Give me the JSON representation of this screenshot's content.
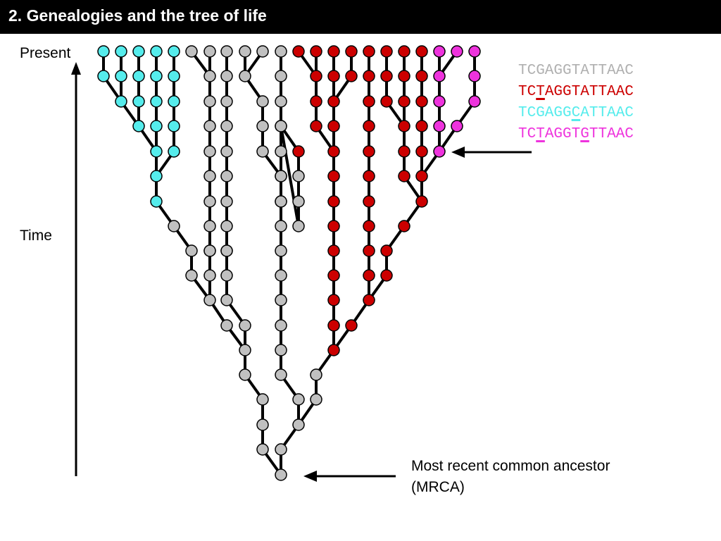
{
  "header": {
    "title": "2.  Genealogies and the tree of life"
  },
  "labels": {
    "present": "Present",
    "time": "Time",
    "mrca_line1": "Most recent common ancestor",
    "mrca_line2": "(MRCA)"
  },
  "colors": {
    "grey": "#c0c0c0",
    "red": "#cc0000",
    "cyan": "#55ecec",
    "magenta": "#ee33dd",
    "edge": "#000000"
  },
  "sequences": [
    {
      "parts": [
        "TCGAGGTATTAAC"
      ],
      "mutated": [],
      "color": "#b0b0b0"
    },
    {
      "parts": [
        "TC",
        "T",
        "AGGTATTAAC"
      ],
      "mutated": [
        1
      ],
      "color": "#cc0000"
    },
    {
      "parts": [
        "TCGAGG",
        "C",
        "ATTAAC"
      ],
      "mutated": [
        1
      ],
      "color": "#55ecec"
    },
    {
      "parts": [
        "TC",
        "T",
        "AGGT",
        "G",
        "TTAAC"
      ],
      "mutated": [
        1,
        3
      ],
      "color": "#ee33dd"
    }
  ]
}
